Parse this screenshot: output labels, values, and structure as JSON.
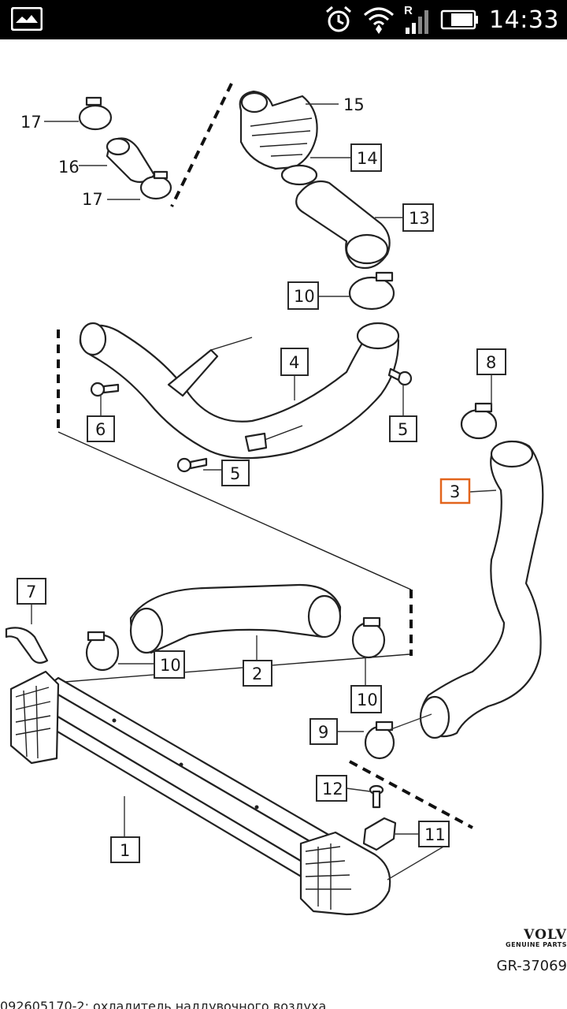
{
  "status_bar": {
    "time": "14:33",
    "network_indicator": "R",
    "icons": [
      "gallery-notification-icon",
      "alarm-icon",
      "wifi-icon",
      "signal-icon",
      "battery-icon"
    ]
  },
  "diagram": {
    "callouts": [
      {
        "id": "c17a",
        "label": "17"
      },
      {
        "id": "c16",
        "label": "16"
      },
      {
        "id": "c17b",
        "label": "17"
      },
      {
        "id": "c15",
        "label": "15"
      },
      {
        "id": "c14",
        "label": "14"
      },
      {
        "id": "c13",
        "label": "13"
      },
      {
        "id": "c10a",
        "label": "10"
      },
      {
        "id": "c4",
        "label": "4"
      },
      {
        "id": "c6",
        "label": "6"
      },
      {
        "id": "c5a",
        "label": "5"
      },
      {
        "id": "c5b",
        "label": "5"
      },
      {
        "id": "c8",
        "label": "8"
      },
      {
        "id": "c3",
        "label": "3",
        "highlighted": true
      },
      {
        "id": "c7",
        "label": "7"
      },
      {
        "id": "c10b",
        "label": "10"
      },
      {
        "id": "c2",
        "label": "2"
      },
      {
        "id": "c10c",
        "label": "10"
      },
      {
        "id": "c9",
        "label": "9"
      },
      {
        "id": "c12",
        "label": "12"
      },
      {
        "id": "c11",
        "label": "11"
      },
      {
        "id": "c1",
        "label": "1"
      }
    ],
    "highlight_color": "#e2641c",
    "brand": {
      "name": "VOLV",
      "sub": "GENUINE PARTS",
      "code": "GR-37069"
    }
  },
  "caption": "092605170-2: охладитель наддувочного воздуха"
}
